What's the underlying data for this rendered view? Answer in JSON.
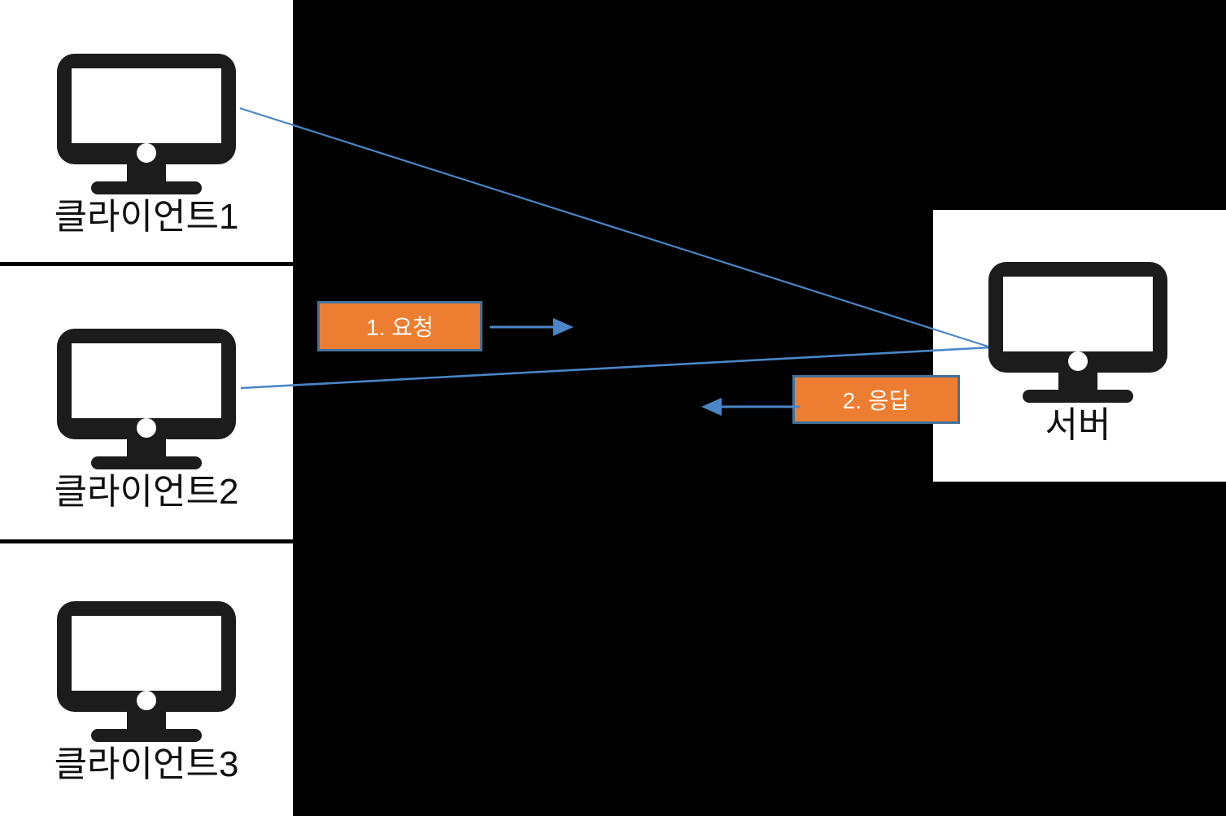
{
  "diagram": {
    "title": "client-server-request-response",
    "background_color": "#000000",
    "panel_color": "#ffffff",
    "accent_orange": "#ED7D31",
    "accent_blue": "#4A86C8",
    "border_blue": "#41719C"
  },
  "clients": [
    {
      "id": "client1",
      "label": "클라이언트1",
      "icon": "desktop-monitor-icon"
    },
    {
      "id": "client2",
      "label": "클라이언트2",
      "icon": "desktop-monitor-icon"
    },
    {
      "id": "client3",
      "label": "클라이언트3",
      "icon": "desktop-monitor-icon"
    }
  ],
  "server": {
    "id": "server",
    "label": "서버",
    "icon": "desktop-monitor-icon"
  },
  "messages": [
    {
      "id": "request",
      "label": "1. 요청",
      "direction": "right",
      "arrow_icon": "arrow-right-icon"
    },
    {
      "id": "response",
      "label": "2. 응답",
      "direction": "left",
      "arrow_icon": "arrow-left-icon"
    }
  ],
  "connections": [
    {
      "id": "link-client1-server",
      "from": "client1",
      "to": "server"
    },
    {
      "id": "link-client2-server",
      "from": "client2",
      "to": "server"
    }
  ]
}
